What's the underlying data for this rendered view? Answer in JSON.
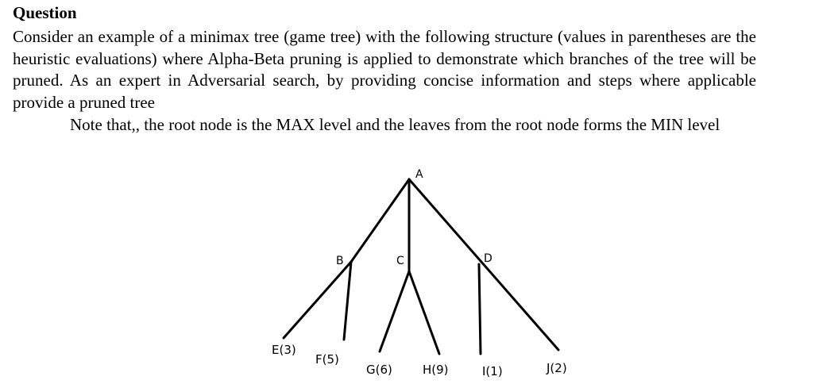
{
  "document": {
    "heading": "Question",
    "body": "Consider an example of a minimax tree (game tree) with the following structure (values in parentheses are the heuristic evaluations) where Alpha-Beta pruning is applied to demonstrate which branches of the tree will be pruned. As an expert in Adversarial search, by providing concise information and steps where applicable provide a pruned tree",
    "note": "Note that,, the root node is the MAX level and the leaves from the root node forms the MIN level"
  },
  "tree": {
    "nodes": {
      "A": "A",
      "B": "B",
      "C": "C",
      "D": "D",
      "E": "E(3)",
      "F": "F(5)",
      "G": "G(6)",
      "H": "H(9)",
      "I": "I(1)",
      "J": "J(2)"
    }
  }
}
